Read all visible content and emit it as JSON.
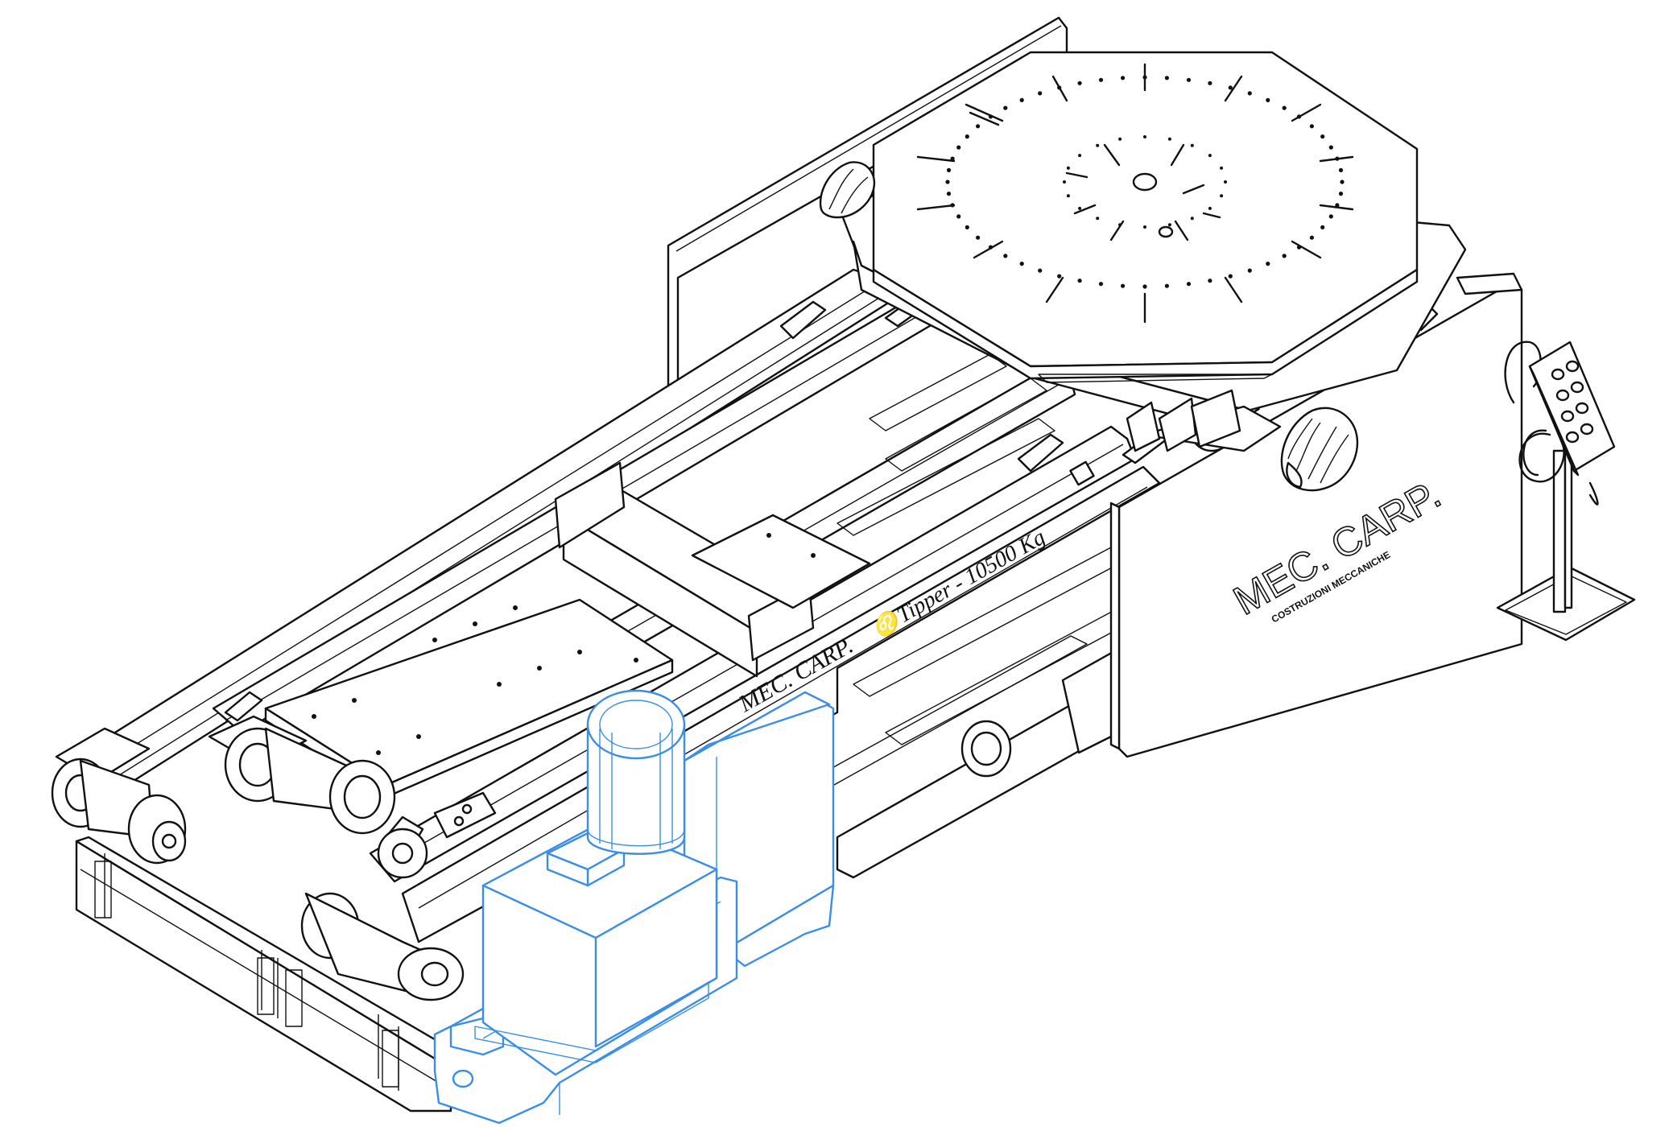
{
  "colors": {
    "line": "#111111",
    "highlight": "#3a8ee6",
    "background": "#ffffff"
  },
  "panel_logo": {
    "brand": "MEC. CARP.",
    "subtitle": "COSTRUZIONI MECCANICHE",
    "emblem": "lion-head-icon"
  },
  "beam_label": {
    "brand": "MEC. CARP.",
    "model": "Tipper - 10500 Kg",
    "emblem": "lion-head-icon"
  },
  "highlighted_part": "hydraulic-power-unit",
  "pendant": {
    "buttons": 8
  }
}
